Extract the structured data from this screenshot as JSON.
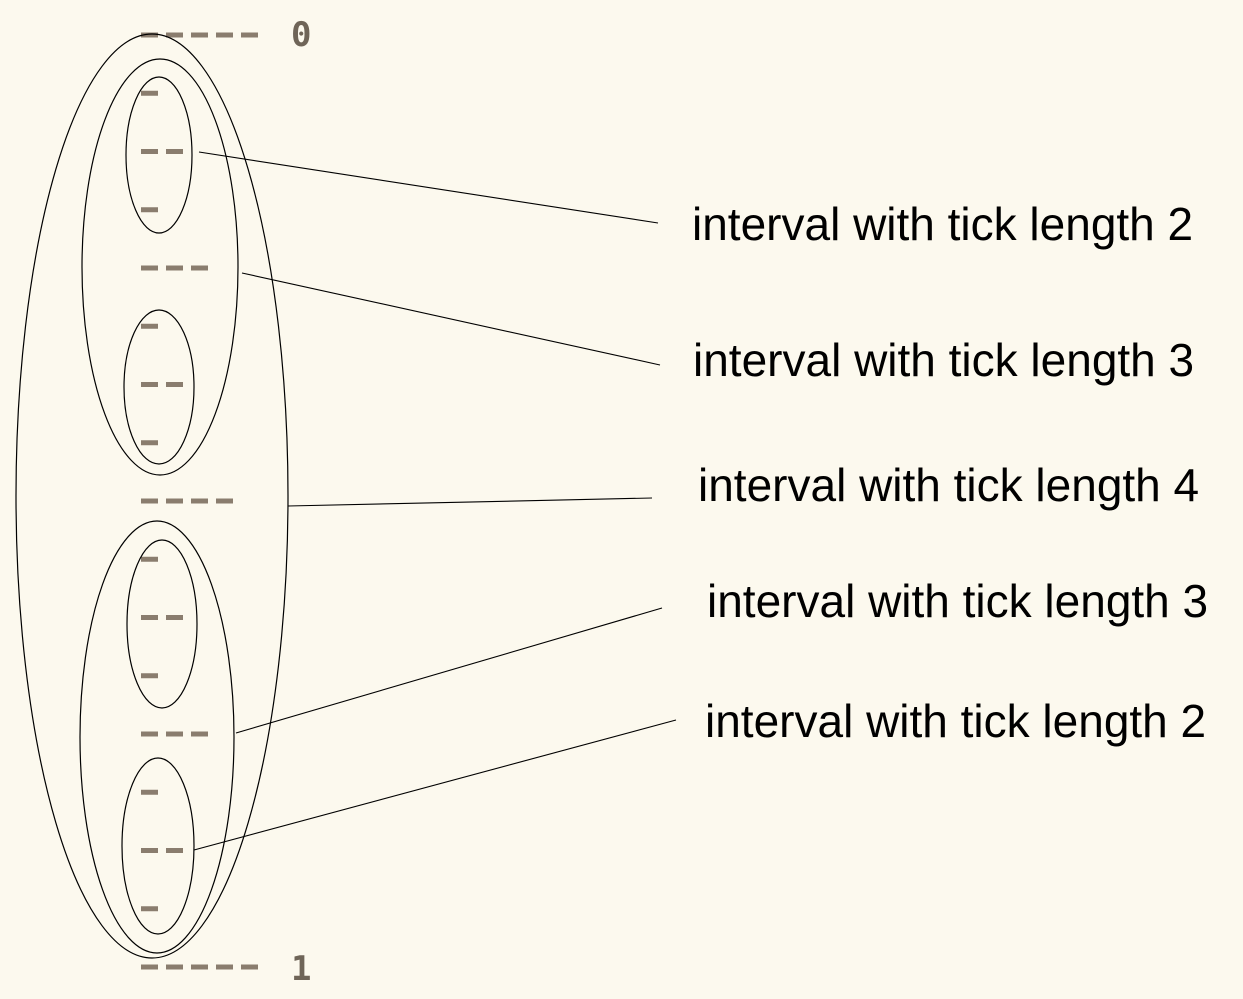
{
  "ruler": {
    "top_label": "0",
    "bottom_label": "1",
    "tick_lengths": [
      5,
      1,
      2,
      1,
      3,
      1,
      2,
      1,
      4,
      1,
      2,
      1,
      3,
      1,
      2,
      1,
      5
    ]
  },
  "callouts": [
    {
      "text": "interval with tick length 2"
    },
    {
      "text": "interval with tick length 3"
    },
    {
      "text": "interval with tick length 4"
    },
    {
      "text": "interval with tick length 3"
    },
    {
      "text": "interval with tick length 2"
    }
  ],
  "colors": {
    "background": "#fcf9ee",
    "tick": "#8a7d6e",
    "line": "#000000",
    "text": "#000000"
  }
}
